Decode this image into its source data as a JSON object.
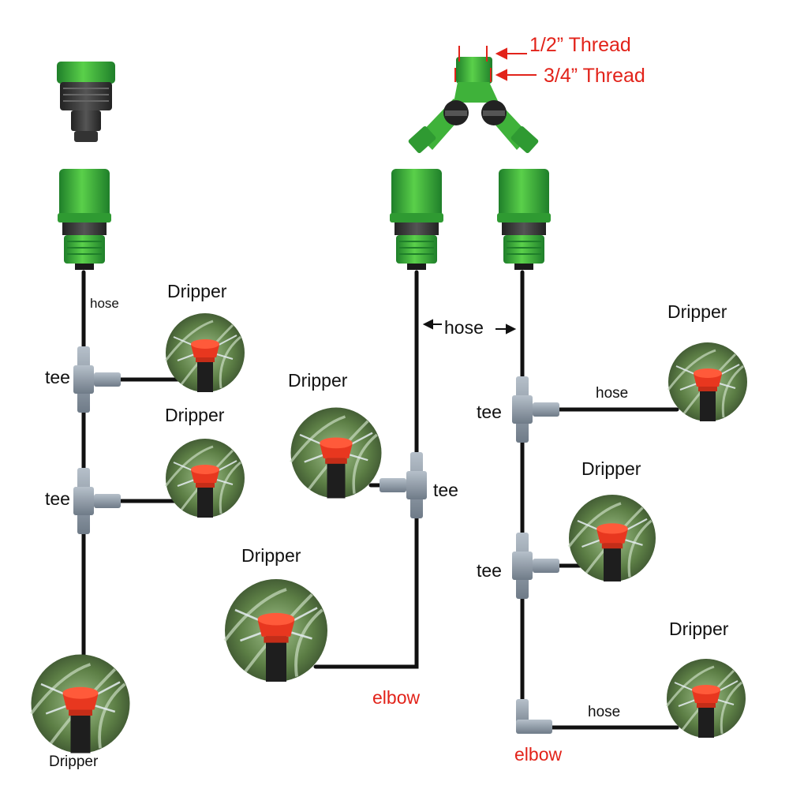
{
  "labels": {
    "hose": "hose",
    "tee": "tee",
    "dripper": "Dripper",
    "elbow": "elbow",
    "thread_half": "1/2”  Thread",
    "thread_three_quarter": "3/4”  Thread"
  },
  "colors": {
    "connector_green": "#3fb23a",
    "connector_green_dark": "#1f7f2a",
    "hose_black": "#111111",
    "fitting_gray": "#8a96a3",
    "annotation_red": "#e2231a",
    "dripper_red": "#e8371f"
  }
}
